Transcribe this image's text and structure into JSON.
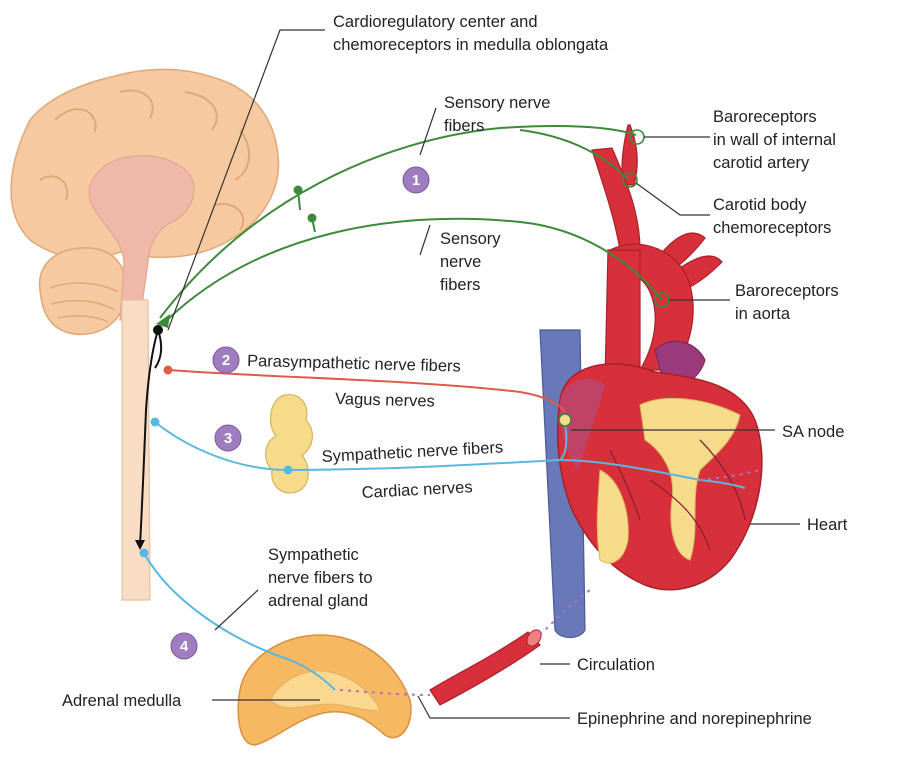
{
  "labels": {
    "cardioregulatory_line1": "Cardioregulatory center and",
    "cardioregulatory_line2": "chemoreceptors in medulla oblongata",
    "sensory_top_line1": "Sensory nerve",
    "sensory_top_line2": "fibers",
    "sensory_mid_line1": "Sensory",
    "sensory_mid_line2": "nerve",
    "sensory_mid_line3": "fibers",
    "baro_carotid_line1": "Baroreceptors",
    "baro_carotid_line2": "in wall of internal",
    "baro_carotid_line3": "carotid artery",
    "carotid_body_line1": "Carotid body",
    "carotid_body_line2": "chemoreceptors",
    "baro_aorta_line1": "Baroreceptors",
    "baro_aorta_line2": "in aorta",
    "parasympathetic": "Parasympathetic nerve fibers",
    "vagus": "Vagus nerves",
    "sympathetic": "Sympathetic nerve fibers",
    "cardiac": "Cardiac nerves",
    "sa_node": "SA node",
    "heart": "Heart",
    "symp_adrenal_line1": "Sympathetic",
    "symp_adrenal_line2": "nerve fibers to",
    "symp_adrenal_line3": "adrenal gland",
    "adrenal_medulla": "Adrenal medulla",
    "circulation": "Circulation",
    "epinephrine": "Epinephrine and norepinephrine"
  },
  "badges": [
    "1",
    "2",
    "3",
    "4"
  ],
  "colors": {
    "sensory_nerve": "#3d8a3a",
    "parasympathetic_nerve": "#e05a4a",
    "sympathetic_nerve": "#5ab8e0",
    "badge": "#a07cc0",
    "heart_red": "#d8303a",
    "heart_fat": "#f6dc8a",
    "vein_blue": "#6878b8",
    "brain": "#f6c9a0"
  }
}
